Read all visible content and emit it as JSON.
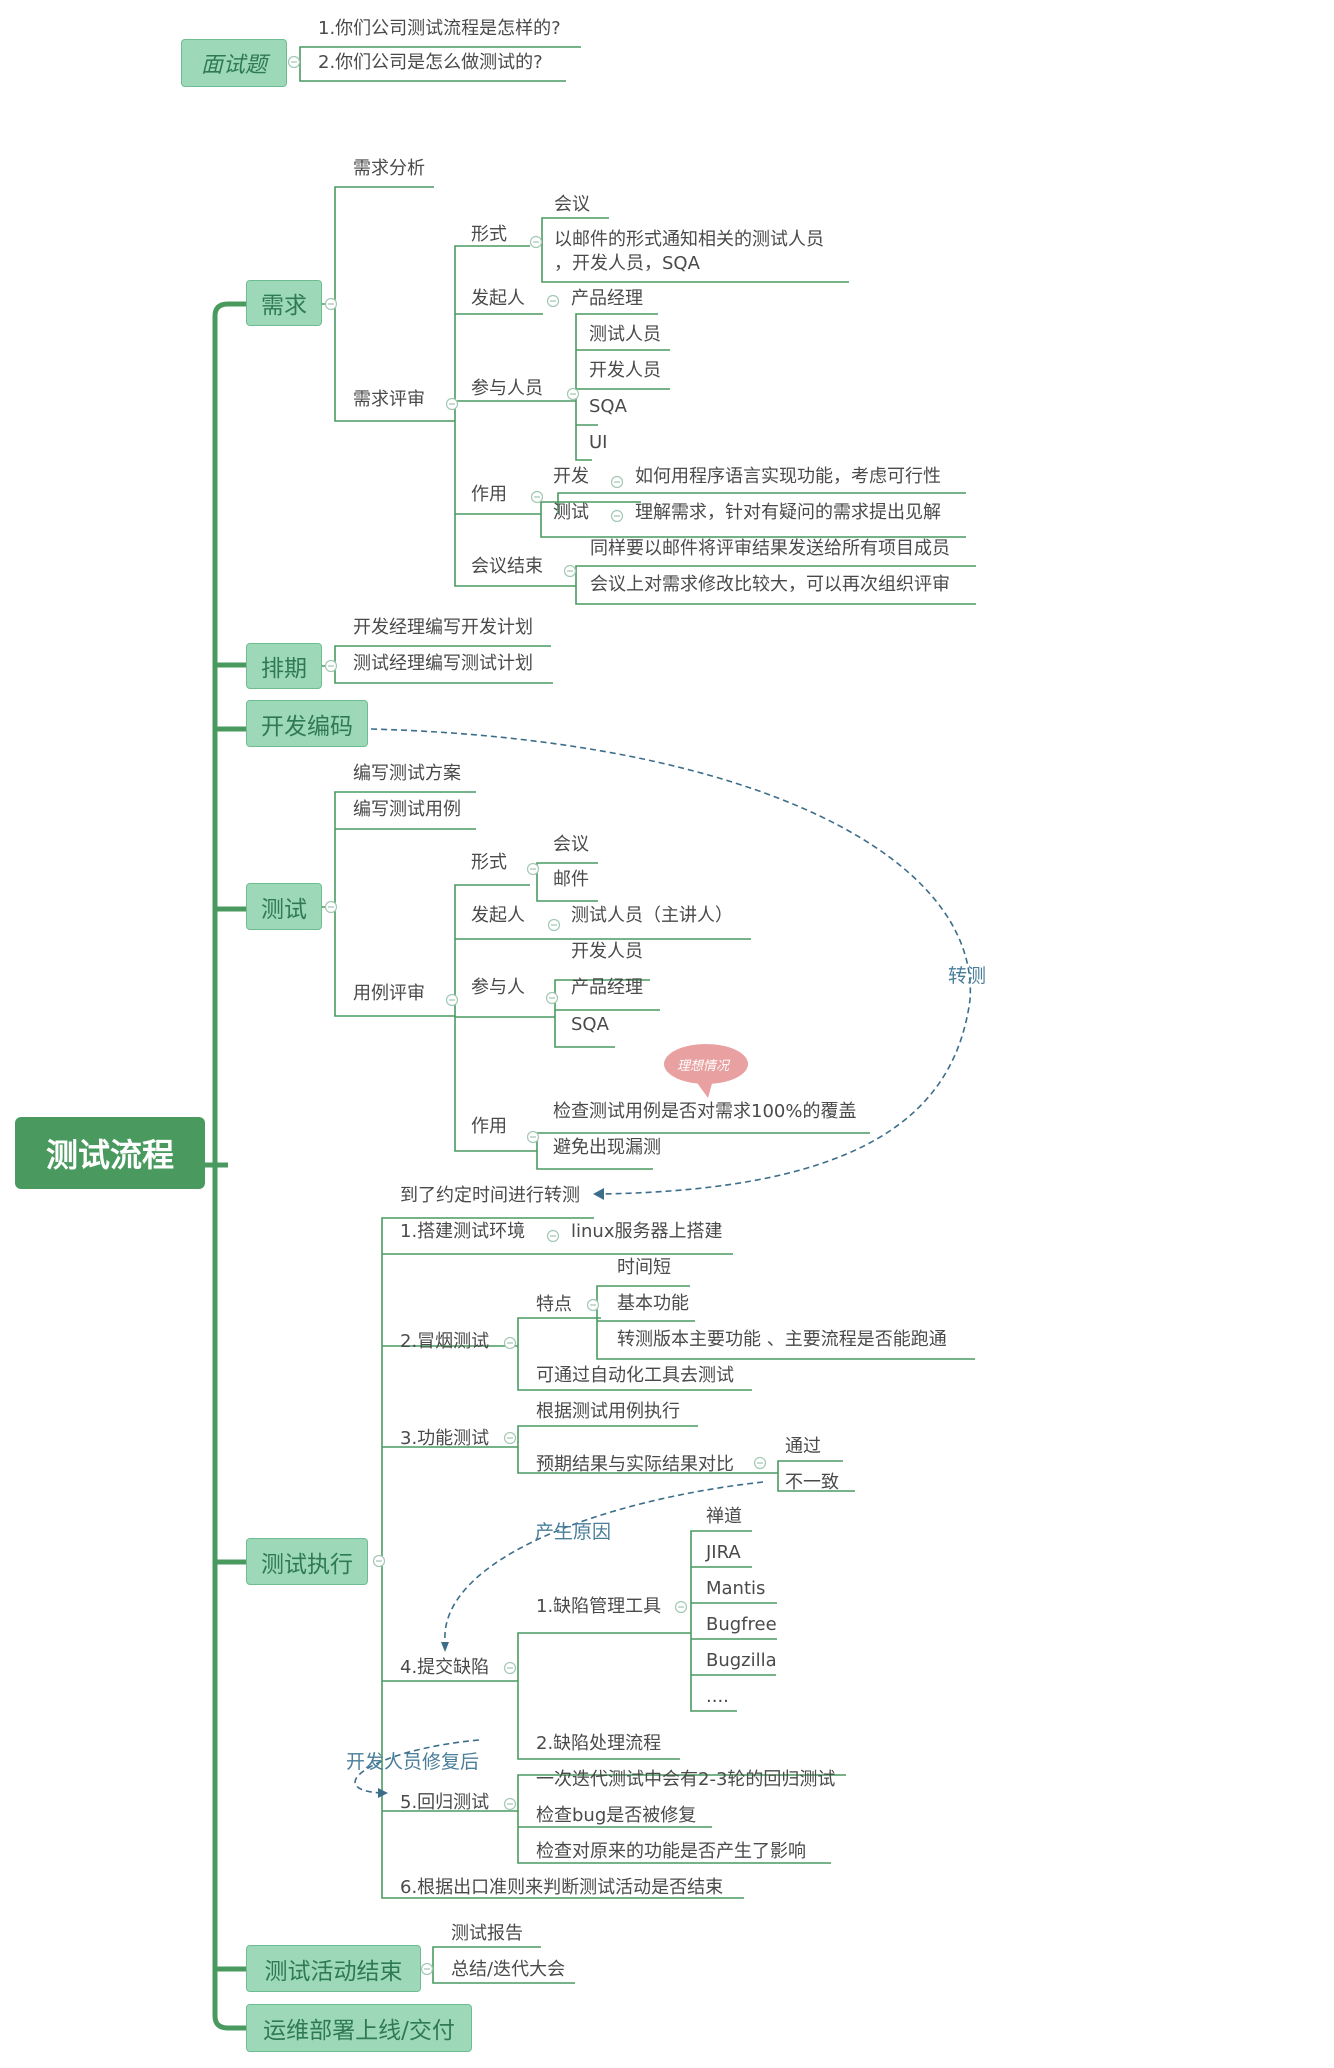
{
  "interview": {
    "title": "面试题",
    "q1": "1.你们公司测试流程是怎样的?",
    "q2": "2.你们公司是怎么做测试的?"
  },
  "root": {
    "title": "测试流程"
  },
  "branches": {
    "xuqiu": {
      "title": "需求",
      "analysis": "需求分析",
      "review": {
        "title": "需求评审",
        "form": {
          "label": "形式",
          "meeting": "会议",
          "email_line1": "以邮件的形式通知相关的测试人员",
          "email_line2": "，开发人员，SQA"
        },
        "initiator": {
          "label": "发起人",
          "value": "产品经理"
        },
        "participants": {
          "label": "参与人员",
          "items": [
            "测试人员",
            "开发人员",
            "SQA",
            "UI"
          ]
        },
        "purpose": {
          "label": "作用",
          "dev": "开发",
          "dev_desc": "如何用程序语言实现功能，考虑可行性",
          "test": "测试",
          "test_desc": "理解需求，针对有疑问的需求提出见解"
        },
        "end": {
          "label": "会议结束",
          "item1": "同样要以邮件将评审结果发送给所有项目成员",
          "item2": "会议上对需求修改比较大，可以再次组织评审"
        }
      }
    },
    "paiqi": {
      "title": "排期",
      "item1": "开发经理编写开发计划",
      "item2": "测试经理编写测试计划"
    },
    "kaifa": {
      "title": "开发编码"
    },
    "ceshi": {
      "title": "测试",
      "plan": "编写测试方案",
      "cases": "编写测试用例",
      "review": {
        "title": "用例评审",
        "form": {
          "label": "形式",
          "items": [
            "会议",
            "邮件"
          ]
        },
        "initiator": {
          "label": "发起人",
          "value": "测试人员（主讲人）"
        },
        "participants": {
          "label": "参与人",
          "items": [
            "开发人员",
            "产品经理",
            "SQA"
          ]
        },
        "purpose": {
          "label": "作用",
          "item1": "检查测试用例是否对需求100%的覆盖",
          "item2": "避免出现漏测"
        }
      },
      "callout": "理想情况"
    },
    "zhixing": {
      "title": "测试执行",
      "transfer": "到了约定时间进行转测",
      "env": {
        "label": "1.搭建测试环境",
        "value": "linux服务器上搭建"
      },
      "smoke": {
        "label": "2.冒烟测试",
        "traits": {
          "label": "特点",
          "items": [
            "时间短",
            "基本功能",
            "转测版本主要功能 、主要流程是否能跑通"
          ]
        },
        "auto": "可通过自动化工具去测试"
      },
      "func": {
        "label": "3.功能测试",
        "exec": "根据测试用例执行",
        "compare": {
          "label": "预期结果与实际结果对比",
          "pass": "通过",
          "fail": "不一致"
        }
      },
      "defect": {
        "label": "4.提交缺陷",
        "tools": {
          "label": "1.缺陷管理工具",
          "items": [
            "禅道",
            "JIRA",
            "Mantis",
            "Bugfree",
            "Bugzilla",
            "...."
          ]
        },
        "process": "2.缺陷处理流程"
      },
      "regression": {
        "label": "5.回归测试",
        "items": [
          "一次迭代测试中会有2-3轮的回归测试",
          "检查bug是否被修复",
          "检查对原来的功能是否产生了影响"
        ]
      },
      "exit": "6.根据出口准则来判断测试活动是否结束"
    },
    "jieshu": {
      "title": "测试活动结束",
      "items": [
        "测试报告",
        "总结/迭代大会"
      ]
    },
    "yunwei": {
      "title": "运维部署上线/交付"
    }
  },
  "relations": {
    "transfer_label": "转测",
    "cause_label": "产生原因",
    "fix_label": "开发人员修复后"
  },
  "colors": {
    "line": "#4a9a60",
    "node_fill": "#9dd9b8",
    "root_fill": "#4a9a60",
    "relation": "#3c6e8a",
    "callout": "#e8a0a0"
  }
}
